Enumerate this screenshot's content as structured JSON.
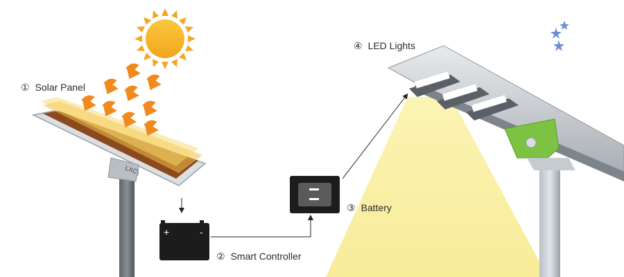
{
  "labels": {
    "solar_panel": {
      "num": "①",
      "text": "Solar Panel"
    },
    "smart_controller": {
      "num": "②",
      "text": "Smart Controller"
    },
    "battery": {
      "num": "③",
      "text": "Battery"
    },
    "led_lights": {
      "num": "④",
      "text": "LED Lights"
    }
  },
  "panel_brand": "LXC",
  "icons": {
    "day": "sun-icon",
    "night": "moon-stars-icon",
    "sunlight": "sunlight-arrow-icon",
    "battery": "battery-icon",
    "controller": "controller-icon"
  },
  "colors": {
    "sun": "#f7b52c",
    "arrow": "#f08a1c",
    "panel": "#f0c04a",
    "moon": "#1f4fa8",
    "light_beam": "#fbf0a0",
    "led_body_green": "#7cc243",
    "pole": "#9aa0a6"
  }
}
